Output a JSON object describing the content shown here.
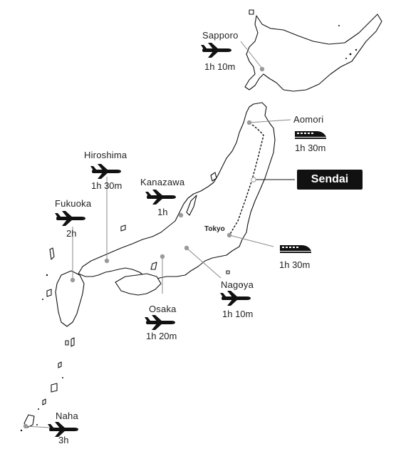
{
  "highlight": {
    "name": "Sendai"
  },
  "labels": {
    "tokyo": "Tokyo"
  },
  "routes": [
    {
      "city": "Sapporo",
      "mode": "plane-icon",
      "time": "1h 10m"
    },
    {
      "city": "Aomori",
      "mode": "train-icon",
      "time": "1h 30m"
    },
    {
      "city": "Hiroshima",
      "mode": "plane-icon",
      "time": "1h 30m"
    },
    {
      "city": "Kanazawa",
      "mode": "plane-icon",
      "time": "1h"
    },
    {
      "city": "Fukuoka",
      "mode": "plane-icon",
      "time": "2h"
    },
    {
      "city": "",
      "mode": "train-icon",
      "time": "1h 30m"
    },
    {
      "city": "Nagoya",
      "mode": "plane-icon",
      "time": "1h 10m"
    },
    {
      "city": "Osaka",
      "mode": "plane-icon",
      "time": "1h 20m"
    },
    {
      "city": "Naha",
      "mode": "plane-icon",
      "time": "3h"
    }
  ],
  "colors": {
    "land_stroke": "#111111",
    "marker": "#9a9a9a",
    "badge": "#111111"
  }
}
